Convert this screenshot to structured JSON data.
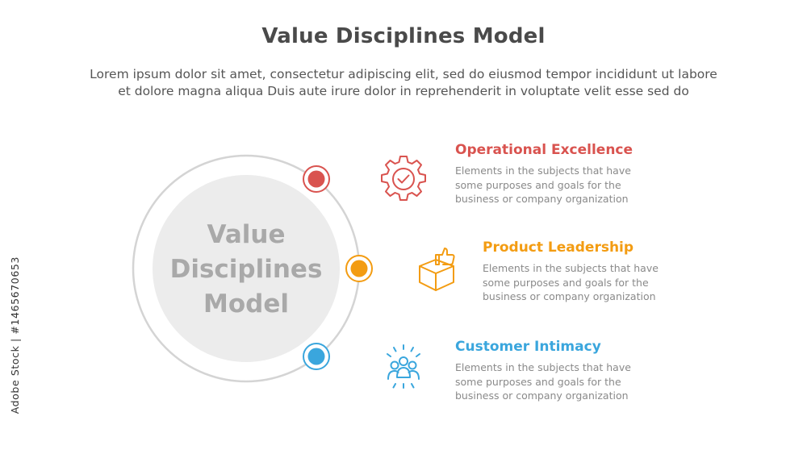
{
  "header": {
    "title": "Value Disciplines Model",
    "subtitle_line1": "Lorem ipsum dolor sit amet, consectetur adipiscing elit, sed do eiusmod tempor incididunt ut labore",
    "subtitle_line2": "et dolore magna aliqua Duis aute irure dolor in reprehenderit in voluptate velit esse sed do"
  },
  "center": {
    "line1": "Value",
    "line2": "Disciplines",
    "line3": "Model"
  },
  "items": [
    {
      "title": "Operational Excellence",
      "description": "Elements in the subjects that have some purposes and goals for the business or company organization",
      "color": "#d9534f",
      "icon": "gear-check-icon"
    },
    {
      "title": "Product Leadership",
      "description": "Elements in the subjects that have some purposes and goals for the business or company organization",
      "color": "#f39c12",
      "icon": "box-thumbs-up-icon"
    },
    {
      "title": "Customer Intimacy",
      "description": "Elements in the subjects that have some purposes and goals for the business or company organization",
      "color": "#3aa6dd",
      "icon": "people-group-icon"
    }
  ],
  "watermark": "Adobe Stock | #1465670653"
}
